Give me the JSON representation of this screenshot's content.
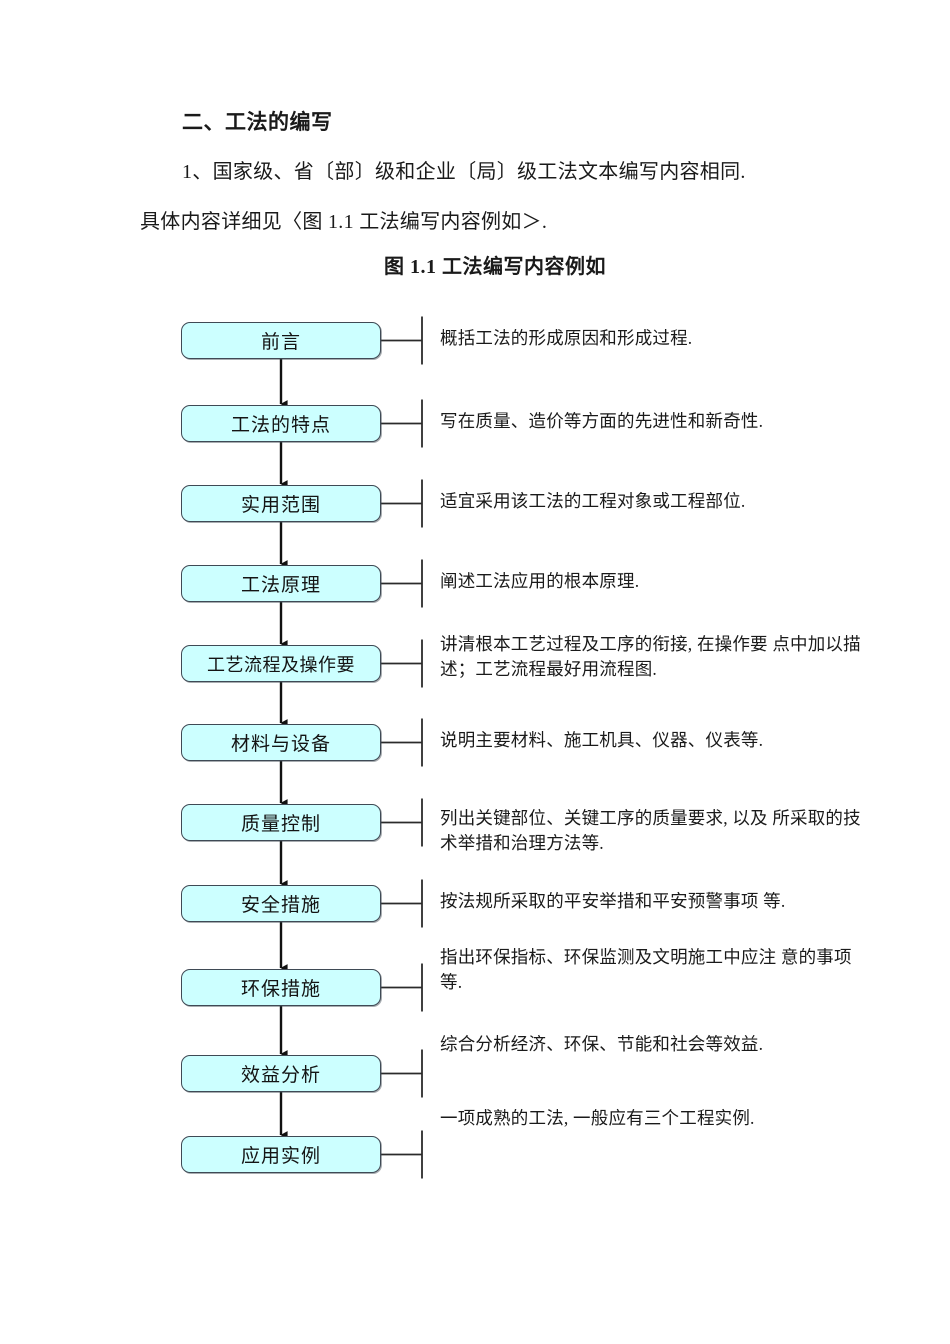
{
  "document": {
    "heading": "二、工法的编写",
    "paragraph_1": "1、国家级、省〔部〕级和企业〔局〕级工法文本编写内容相同.",
    "paragraph_2": "具体内容详细见〈图 1.1 工法编写内容例如＞.",
    "figure_caption": "图 1.1 工法编写内容例如"
  },
  "flowchart": {
    "fill_color": "#CCFFFF",
    "border_color": "#3F4A55",
    "steps": [
      {
        "label": "前言",
        "description": "概括工法的形成原因和形成过程."
      },
      {
        "label": "工法的特点",
        "description": "写在质量、造价等方面的先进性和新奇性."
      },
      {
        "label": "实用范围",
        "description": "适宜采用该工法的工程对象或工程部位."
      },
      {
        "label": "工法原理",
        "description": "阐述工法应用的根本原理."
      },
      {
        "label": "工艺流程及操作要",
        "description": "讲清根本工艺过程及工序的衔接, 在操作要  点中加以描述；工艺流程最好用流程图."
      },
      {
        "label": "材料与设备",
        "description": "说明主要材料、施工机具、仪器、仪表等."
      },
      {
        "label": "质量控制",
        "description": "列出关键部位、关键工序的质量要求, 以及  所采取的技术举措和治理方法等."
      },
      {
        "label": "安全措施",
        "description": "按法规所采取的平安举措和平安预警事项  等."
      },
      {
        "label": "环保措施",
        "description": "指出环保指标、环保监测及文明施工中应注  意的事项等."
      },
      {
        "label": "效益分析",
        "description": "综合分析经济、环保、节能和社会等效益."
      },
      {
        "label": "应用实例",
        "description": "一项成熟的工法, 一般应有三个工程实例."
      }
    ]
  }
}
